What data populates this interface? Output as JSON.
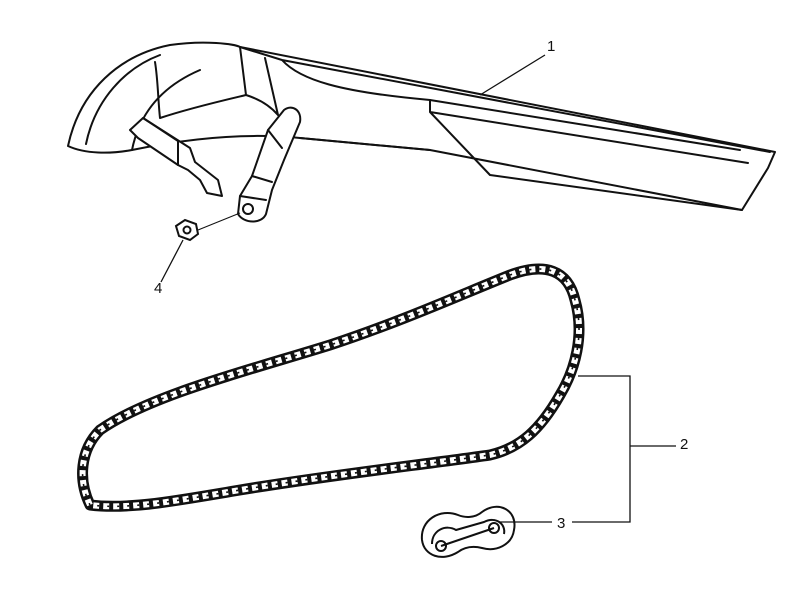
{
  "callouts": {
    "part_1": "1",
    "part_2": "2",
    "part_3": "3",
    "part_4": "4"
  },
  "colors": {
    "line": "#111111",
    "fill": "#ffffff"
  },
  "icons": {
    "chain_guard": "chain-guard-drawing",
    "drive_chain": "drive-chain-drawing",
    "master_link": "master-link-drawing",
    "nut": "hex-nut-drawing"
  }
}
